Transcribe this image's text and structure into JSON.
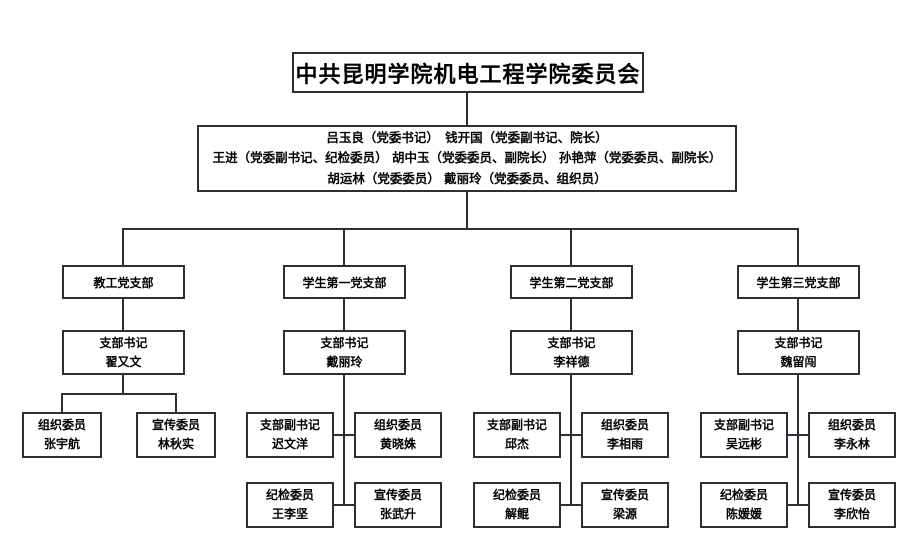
{
  "chart": {
    "title": "中共昆明学院机电工程学院委员会",
    "leadership": {
      "line1": "吕玉良（党委书记）　钱开国（党委副书记、院长）",
      "line2": "王进（党委副书记、纪检委员） 胡中玉（党委委员、副院长） 孙艳萍（党委委员、副院长）",
      "line3": "胡运林（党委委员） 戴丽玲（党委委员、组织员）"
    },
    "branches": [
      {
        "name": "教工党支部",
        "secretary": {
          "role": "支部书记",
          "name": "翟又文"
        },
        "members": [
          {
            "role": "组织委员",
            "name": "张宇航"
          },
          {
            "role": "宣传委员",
            "name": "林秋实"
          }
        ]
      },
      {
        "name": "学生第一党支部",
        "secretary": {
          "role": "支部书记",
          "name": "戴丽玲"
        },
        "members": [
          {
            "role": "支部副书记",
            "name": "迟文洋"
          },
          {
            "role": "组织委员",
            "name": "黄晓姝"
          },
          {
            "role": "纪检委员",
            "name": "王李坚"
          },
          {
            "role": "宣传委员",
            "name": "张武升"
          }
        ]
      },
      {
        "name": "学生第二党支部",
        "secretary": {
          "role": "支部书记",
          "name": "李祥德"
        },
        "members": [
          {
            "role": "支部副书记",
            "name": "邱杰"
          },
          {
            "role": "组织委员",
            "name": "李相雨"
          },
          {
            "role": "纪检委员",
            "name": "解鲲"
          },
          {
            "role": "宣传委员",
            "name": "梁源"
          }
        ]
      },
      {
        "name": "学生第三党支部",
        "secretary": {
          "role": "支部书记",
          "name": "魏留闯"
        },
        "members": [
          {
            "role": "支部副书记",
            "name": "吴远彬"
          },
          {
            "role": "组织委员",
            "name": "李永林"
          },
          {
            "role": "纪检委员",
            "name": "陈媛媛"
          },
          {
            "role": "宣传委员",
            "name": "李欣怡"
          }
        ]
      }
    ],
    "colors": {
      "line": "#2e2e36",
      "border": "#2e2e36",
      "background": "#ffffff",
      "text": "#000000"
    }
  }
}
